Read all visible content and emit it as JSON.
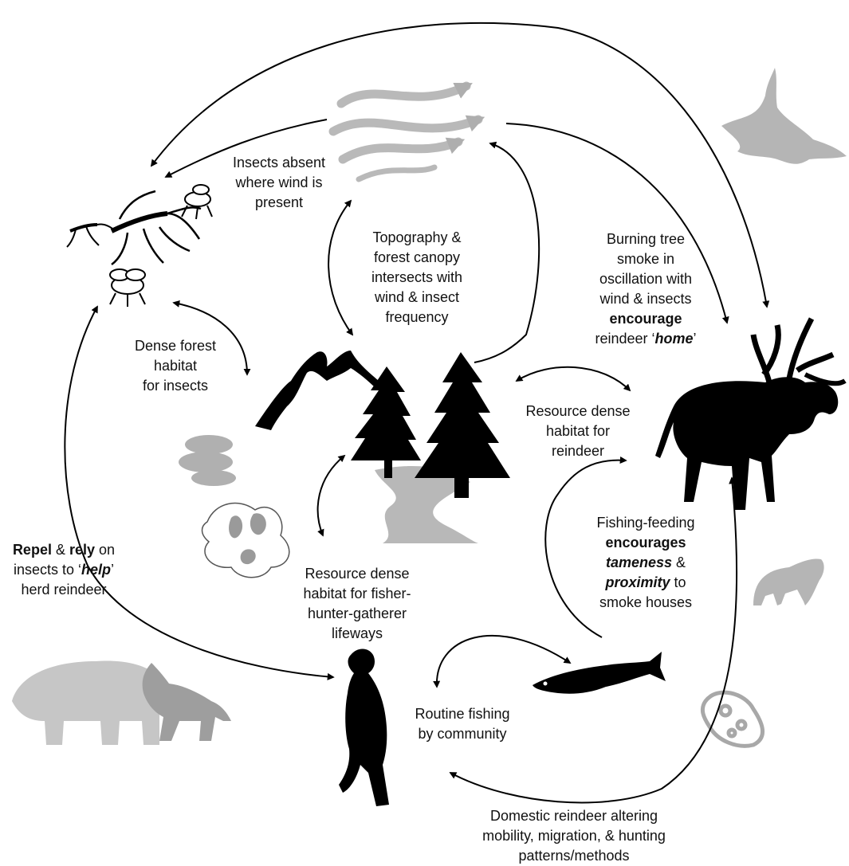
{
  "labels": {
    "wind": [
      "Insects absent",
      "where wind is",
      "present"
    ],
    "topography": [
      "Topography &",
      "forest canopy",
      "intersects with",
      "wind & insect",
      "frequency"
    ],
    "smoke": {
      "l1": "Burning tree",
      "l2": "smoke in",
      "l3": "oscillation with",
      "l4": "wind  & insects",
      "l5": "encourage",
      "l6_pre": "reindeer ‘",
      "l6_em": "home",
      "l6_post": "’"
    },
    "dense_forest": [
      "Dense forest",
      "habitat",
      "for insects"
    ],
    "reindeer_habitat": [
      "Resource dense",
      "habitat for",
      "reindeer"
    ],
    "fishing_feeding": {
      "l1": "Fishing-feeding",
      "l2": "encourages",
      "l3_em": "tameness",
      "l3_post": " &",
      "l4_em": "proximity",
      "l4_post": " to",
      "l5": "smoke houses"
    },
    "repel": {
      "l1_b1": "Repel",
      "l1_mid": " & ",
      "l1_b2": "rely",
      "l1_post": " on",
      "l2_pre": "insects to ‘",
      "l2_em": "help",
      "l2_post": "’",
      "l3": "herd reindeer"
    },
    "fisher_habitat": [
      "Resource dense",
      "habitat for fisher-",
      "hunter-gatherer",
      "lifeways"
    ],
    "routine_fishing": [
      "Routine fishing",
      "by community"
    ],
    "domestic": [
      "Domestic reindeer altering",
      "mobility, migration, & hunting",
      "patterns/methods"
    ]
  },
  "icons": [
    "wind-arrows-icon",
    "grouse-icon",
    "mosquito-icon",
    "fly-icon",
    "mountain-icon",
    "pine-tree-icon",
    "river-icon",
    "mushroom-icon",
    "lichen-icon",
    "reindeer-icon",
    "wolf-icon",
    "bear-icon",
    "person-icon",
    "pike-fish-icon",
    "microbe-icon"
  ],
  "colors": {
    "ink": "#111111",
    "silhouette": "#000000",
    "faded": "#b5b5b5",
    "faded_dark": "#9a9a9a"
  }
}
